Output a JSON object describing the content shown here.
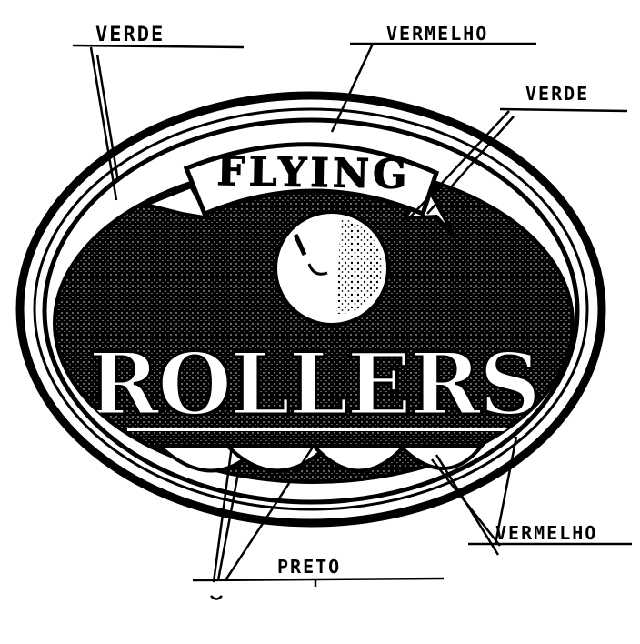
{
  "logo": {
    "top_word": "FLYING",
    "main_word": "ROLLERS"
  },
  "callouts": {
    "verde_left": "VERDE",
    "vermelho_top": "VERMELHO",
    "verde_right": "VERDE",
    "vermelho_bottom": "VERMELHO",
    "preto": "PRETO"
  },
  "colors": {
    "ink": "#000000",
    "paper": "#ffffff"
  },
  "icons": [
    "pool-ball-icon",
    "roller-skate-wheels-icon"
  ]
}
